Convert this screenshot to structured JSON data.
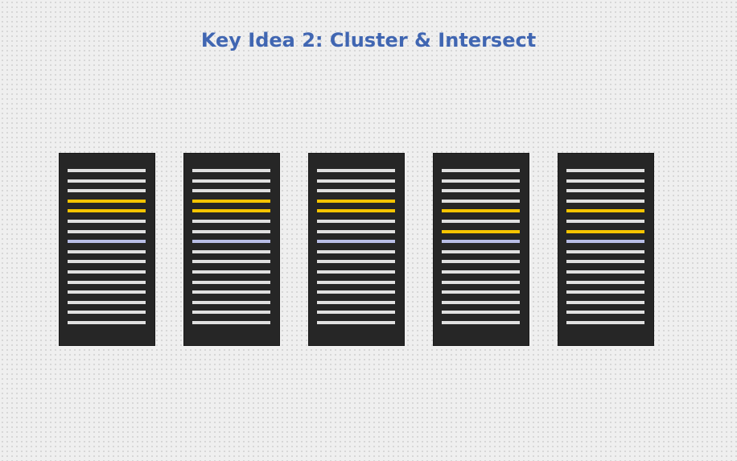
{
  "title": "Key Idea 2: Cluster & Intersect",
  "colors": {
    "background": "#efefef",
    "title": "#4066b2",
    "rack": "#262626",
    "slot_default": "#e0e0e0",
    "slot_highlight": "#f5c400",
    "slot_lavender": "#b8bde6"
  },
  "racks": [
    {
      "slots": [
        "default",
        "default",
        "default",
        "highlight",
        "highlight",
        "default",
        "default",
        "lavender",
        "default",
        "default",
        "default",
        "default",
        "default",
        "default",
        "default",
        "default"
      ]
    },
    {
      "slots": [
        "default",
        "default",
        "default",
        "highlight",
        "highlight",
        "default",
        "default",
        "lavender",
        "default",
        "default",
        "default",
        "default",
        "default",
        "default",
        "default",
        "default"
      ]
    },
    {
      "slots": [
        "default",
        "default",
        "default",
        "highlight",
        "highlight",
        "default",
        "default",
        "lavender",
        "default",
        "default",
        "default",
        "default",
        "default",
        "default",
        "default",
        "default"
      ]
    },
    {
      "slots": [
        "default",
        "default",
        "default",
        "default",
        "highlight",
        "default",
        "highlight",
        "lavender",
        "default",
        "default",
        "default",
        "default",
        "default",
        "default",
        "default",
        "default"
      ]
    },
    {
      "slots": [
        "default",
        "default",
        "default",
        "default",
        "highlight",
        "default",
        "highlight",
        "lavender",
        "default",
        "default",
        "default",
        "default",
        "default",
        "default",
        "default",
        "default"
      ]
    }
  ]
}
